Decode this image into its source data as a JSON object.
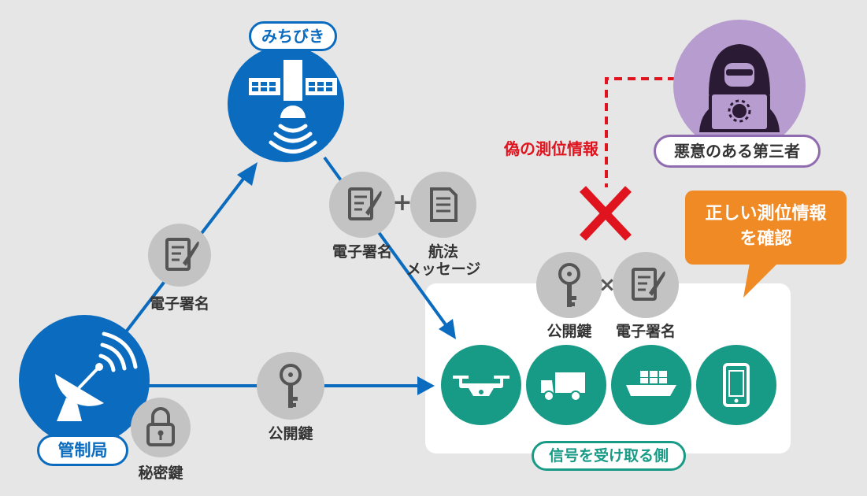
{
  "satellite_label": "みちびき",
  "station_label": "管制局",
  "attacker_label": "悪意のある第三者",
  "receivers_label": "信号を受け取る側",
  "callout": {
    "line1": "正しい測位情報",
    "line2": "を確認"
  },
  "fake_info_label": "偽の測位情報",
  "left_signature_label": "電子署名",
  "secret_key_label": "秘密鍵",
  "public_key_label": "公開鍵",
  "sat_signature_label": "電子署名",
  "nav_message_label": {
    "line1": "航法",
    "line2": "メッセージ"
  },
  "receiver_public_key_label": "公開鍵",
  "receiver_signature_label": "電子署名",
  "plus_symbol": "+",
  "times_symbol": "×",
  "colors": {
    "blue": "#0b6bbf",
    "teal": "#179a86",
    "orange": "#f08a24",
    "red": "#e0141e",
    "purple": "#b79ccf",
    "gray": "#c3c3c3",
    "icon_gray": "#555555"
  },
  "icons": [
    "satellite-icon",
    "antenna-dish-icon",
    "hacker-icon",
    "signature-doc-icon",
    "document-icon",
    "key-icon",
    "padlock-icon",
    "drone-icon",
    "truck-icon",
    "ship-icon",
    "smartphone-icon",
    "cross-mark-icon"
  ]
}
